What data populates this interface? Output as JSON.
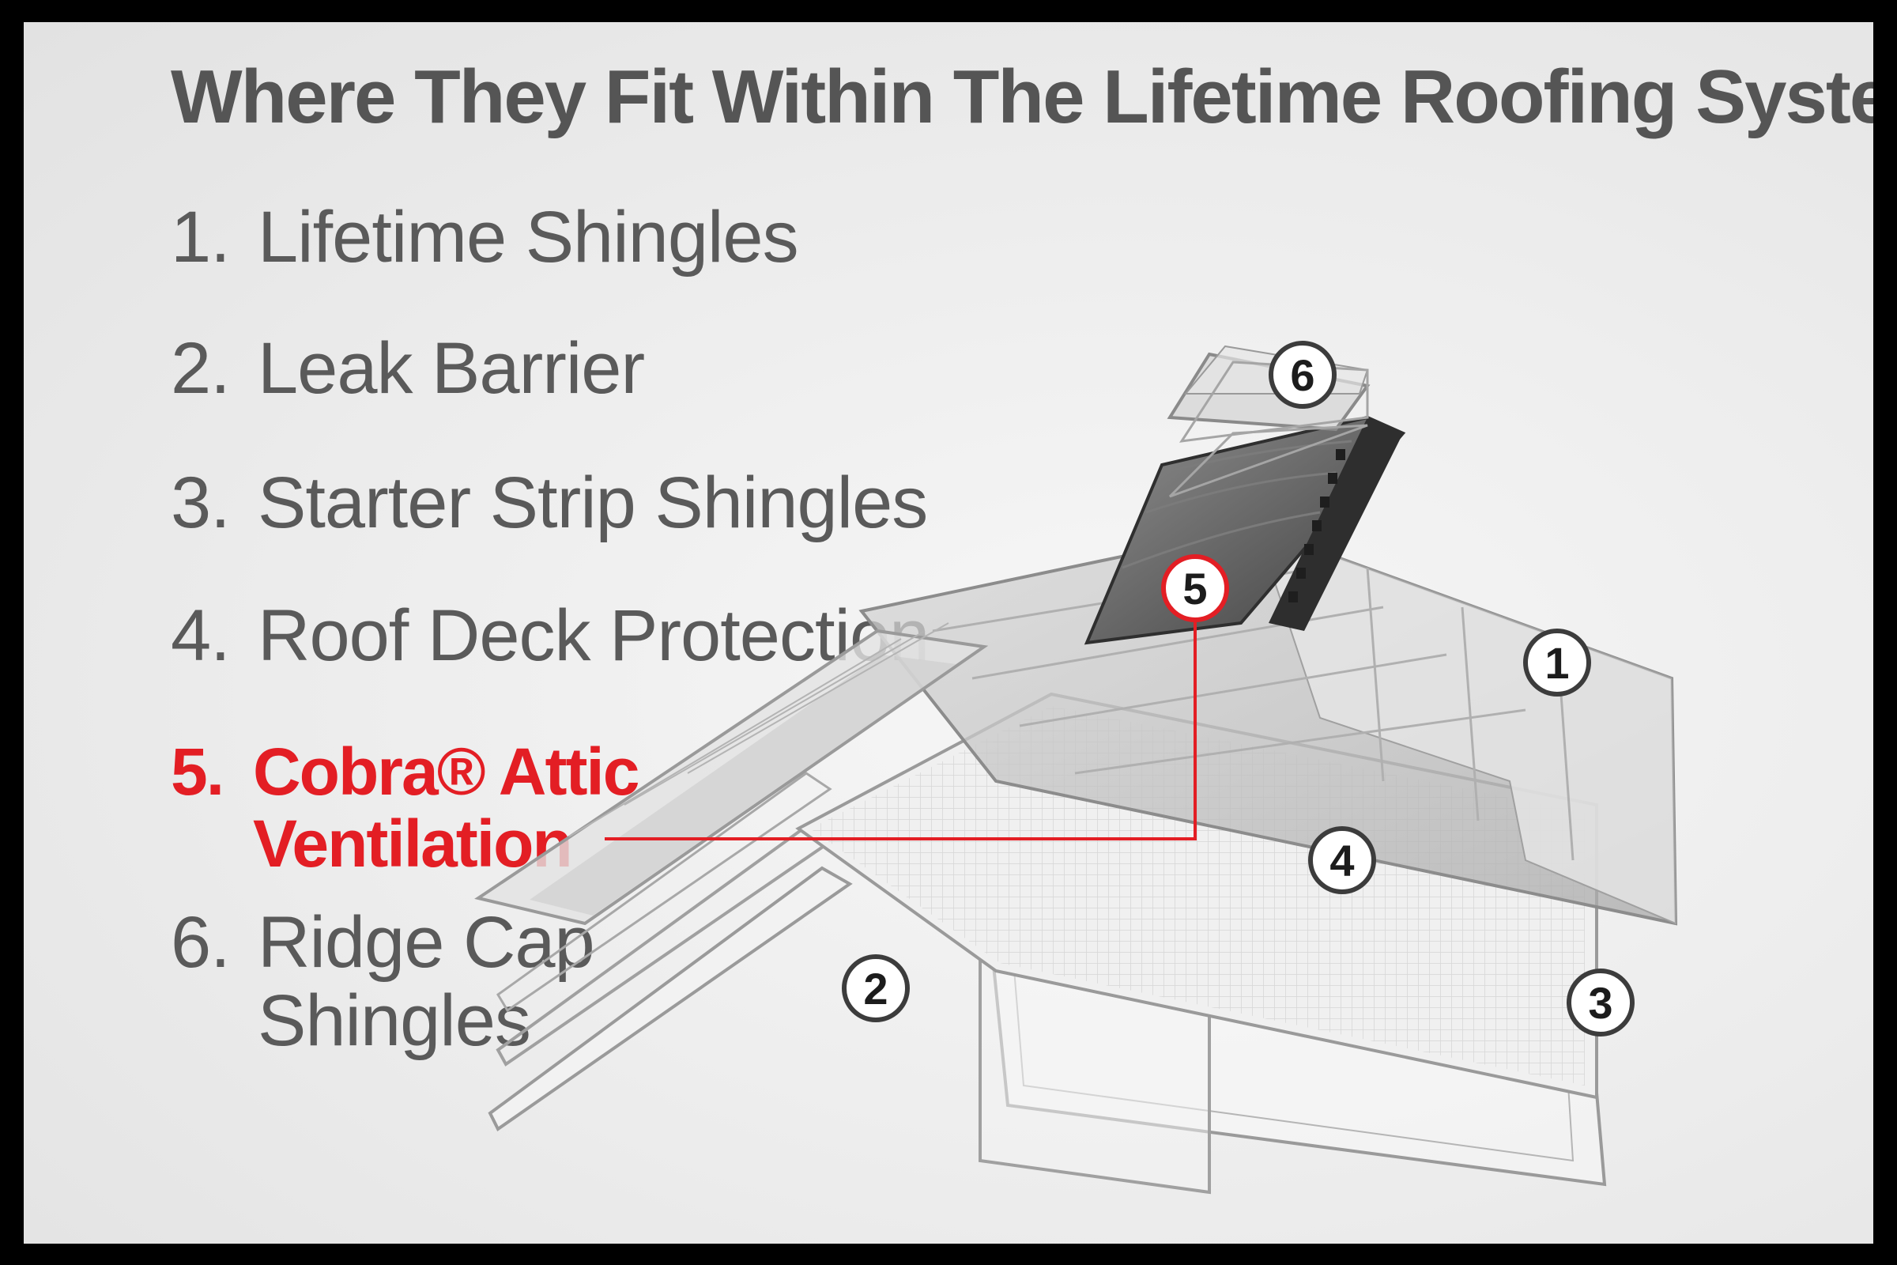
{
  "title": "Where They Fit Within The Lifetime Roofing System",
  "items": [
    {
      "number": "1.",
      "label": "Lifetime Shingles"
    },
    {
      "number": "2.",
      "label": "Leak Barrier"
    },
    {
      "number": "3.",
      "label": "Starter Strip Shingles"
    },
    {
      "number": "4.",
      "label": "Roof Deck Protection"
    },
    {
      "number": "5.",
      "label_line1": "Cobra® Attic",
      "label_line2": "Ventilation"
    },
    {
      "number": "6.",
      "label_line1": "Ridge Cap",
      "label_line2": "Shingles"
    }
  ],
  "badges": [
    "1",
    "2",
    "3",
    "4",
    "5",
    "6"
  ],
  "colors": {
    "highlight": "#e31e24",
    "text": "#5a5a5a",
    "title": "#555555",
    "frame": "#000000"
  }
}
